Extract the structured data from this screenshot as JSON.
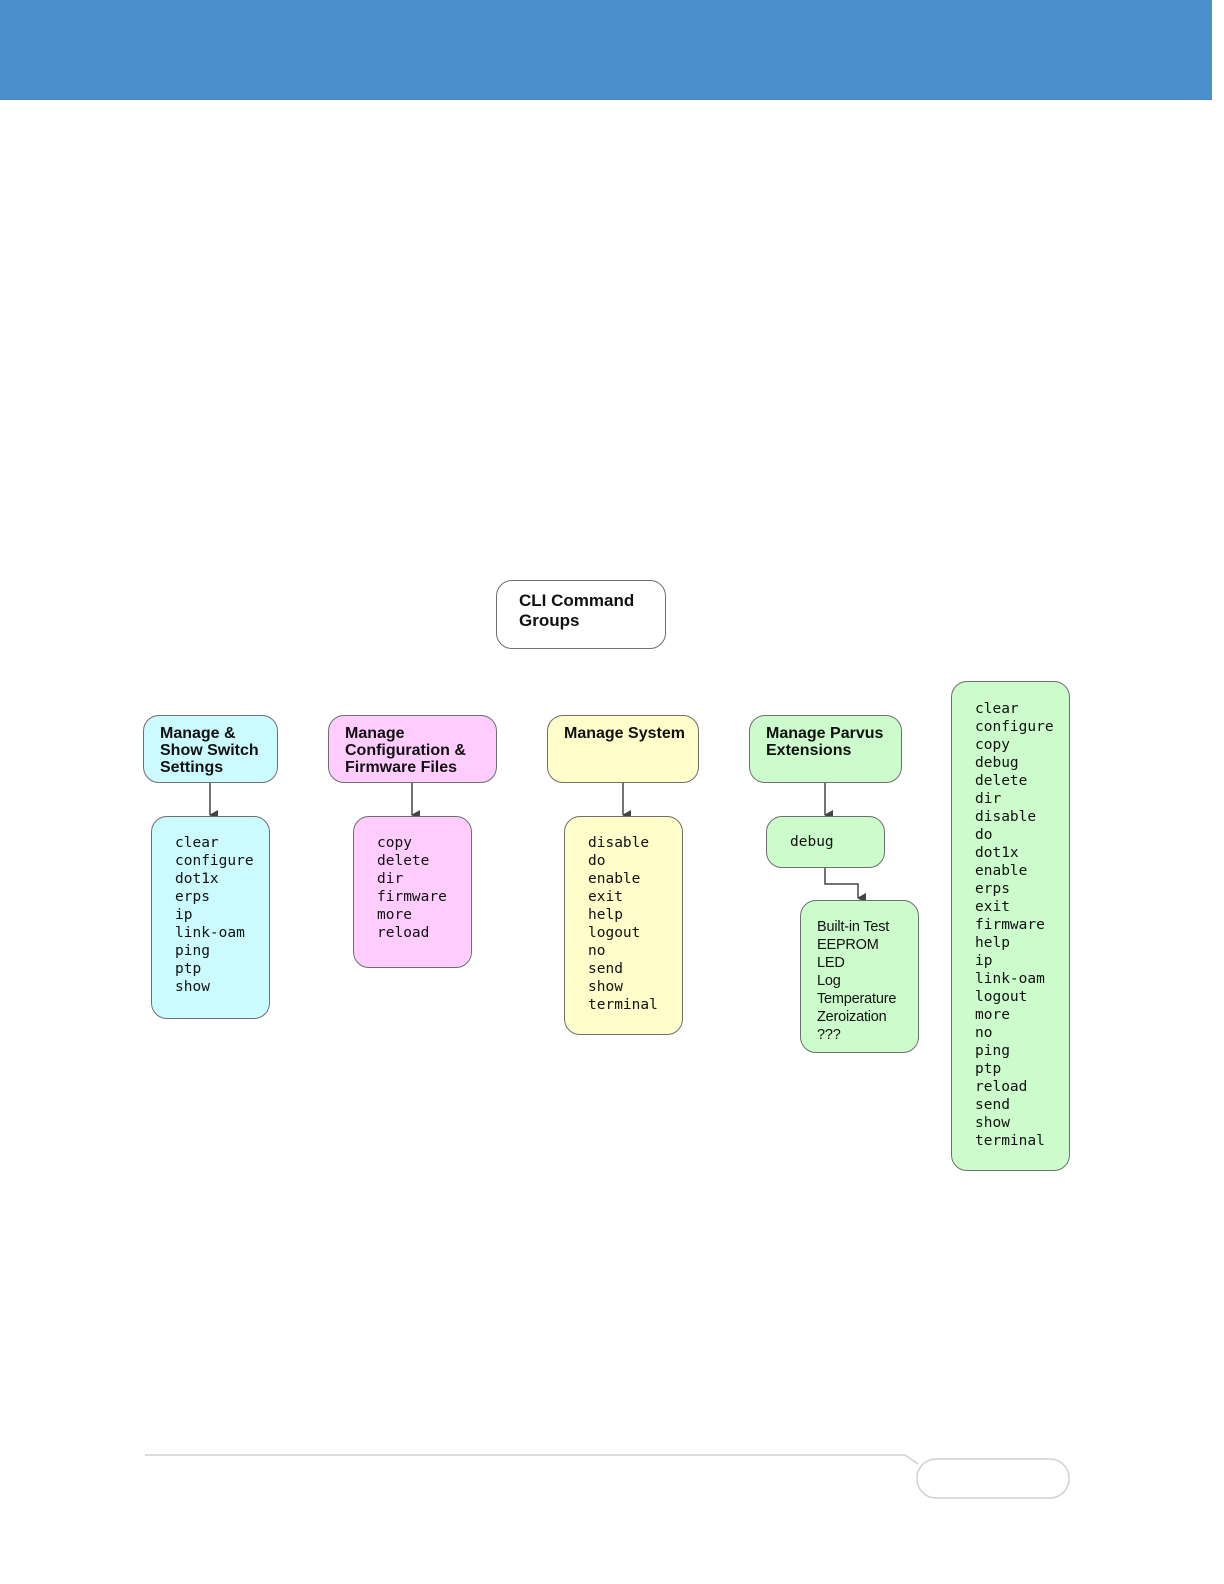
{
  "diagram": {
    "root": {
      "label": "CLI Command\nGroups"
    },
    "groups": [
      {
        "title": "Manage &\nShow Switch\nSettings",
        "commands": [
          "clear",
          "configure",
          "dot1x",
          "erps",
          "ip",
          "link-oam",
          "ping",
          "ptp",
          "show"
        ],
        "color": "#ccfbff"
      },
      {
        "title": "Manage\nConfiguration &\nFirmware Files",
        "commands": [
          "copy",
          "delete",
          "dir",
          "firmware",
          "more",
          "reload"
        ],
        "color": "#fecdfd"
      },
      {
        "title": "Manage System",
        "commands": [
          "disable",
          "do",
          "enable",
          "exit",
          "help",
          "logout",
          "no",
          "send",
          "show",
          "terminal"
        ],
        "color": "#fffdca"
      },
      {
        "title": "Manage Parvus\nExtensions",
        "subcommand": "debug",
        "commands": [
          "Built-in Test",
          "EEPROM",
          "LED",
          "Log",
          "Temperature",
          "Zeroization",
          "???"
        ],
        "color": "#ccfccb"
      }
    ],
    "all_commands": [
      "clear",
      "configure",
      "copy",
      "debug",
      "delete",
      "dir",
      "disable",
      "do",
      "dot1x",
      "enable",
      "erps",
      "exit",
      "firmware",
      "help",
      "ip",
      "link-oam",
      "logout",
      "more",
      "no",
      "ping",
      "ptp",
      "reload",
      "send",
      "show",
      "terminal"
    ]
  }
}
